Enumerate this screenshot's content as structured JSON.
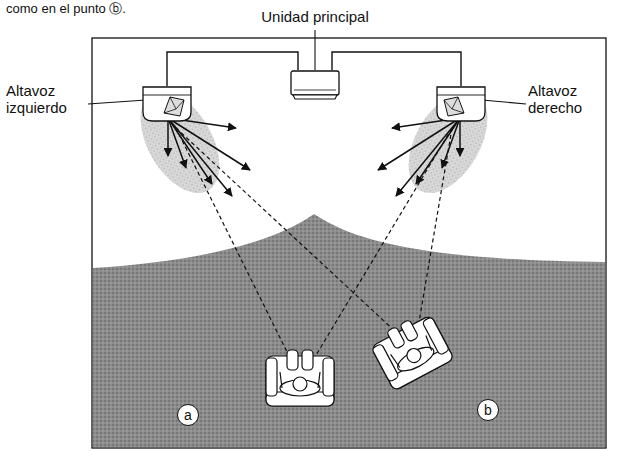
{
  "diagram": {
    "nodes": [
      {
        "text": [
          "Unidad principal"
        ]
      },
      {
        "text": [
          "Altavoz izquierdo"
        ]
      },
      {
        "text": [
          "Altavoz derecho"
        ]
      },
      {
        "text": [
          "a"
        ]
      },
      {
        "text": [
          "b"
        ]
      }
    ],
    "edges": [
      {
        "from": 0,
        "to": 1,
        "arrow": "none"
      },
      {
        "from": 0,
        "to": 2,
        "arrow": "none"
      }
    ],
    "labels": [
      "como en el punto ⓑ."
    ]
  }
}
